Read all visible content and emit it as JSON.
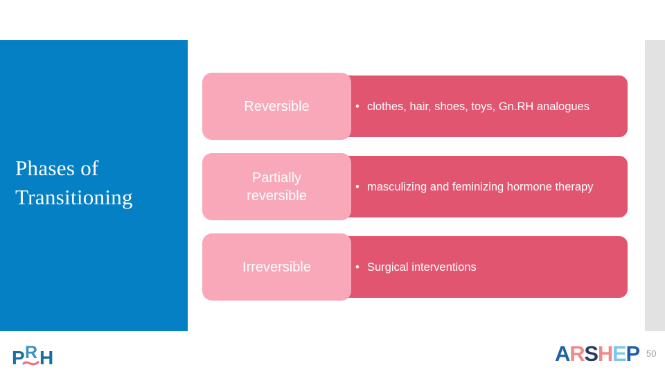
{
  "slide": {
    "title": "Phases of\nTranstioning",
    "title_display": "Phases of\nTransitioning",
    "page_number": "50",
    "colors": {
      "panel_blue": "#0680C4",
      "label_pink": "#F8A8B8",
      "detail_pink": "#E25570",
      "grey_strip": "#E2E2E2",
      "page_number_grey": "#9A9A9A"
    }
  },
  "rows": [
    {
      "label": "Reversible",
      "bullet_marker": "•",
      "bullet": "clothes, hair, shoes, toys, Gn.RH analogues"
    },
    {
      "label": "Partially\nreversible",
      "bullet_marker": "•",
      "bullet": "masculizing and feminizing hormone therapy"
    },
    {
      "label": "Irreversible",
      "bullet_marker": "•",
      "bullet": "Surgical interventions"
    }
  ],
  "logos": {
    "prh": {
      "name": "prh-logo",
      "letters": [
        "P",
        "R",
        "H"
      ],
      "colors": {
        "p": "#1B6F9E",
        "r": "#3E8FC4",
        "h": "#1B6F9E",
        "wave": "#E8718C"
      }
    },
    "arshep": {
      "name": "arshep-logo",
      "letters": [
        {
          "char": "A",
          "color": "#1F5FA9"
        },
        {
          "char": "R",
          "color": "#F08A8A"
        },
        {
          "char": "S",
          "color": "#2A3A63"
        },
        {
          "char": "H",
          "color": "#F08A8A"
        },
        {
          "char": "E",
          "color": "#7FC4EE"
        },
        {
          "char": "P",
          "color": "#1F5FA9"
        }
      ]
    }
  }
}
